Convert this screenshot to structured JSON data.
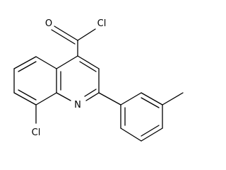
{
  "molecule": {
    "atoms": {
      "oxygen": "O",
      "acyl_chlorine": "Cl",
      "ring_nitrogen": "N",
      "ring_chlorine": "Cl"
    },
    "colors": {
      "bond": "#000000",
      "label": "#000000",
      "background": "#ffffff"
    }
  }
}
